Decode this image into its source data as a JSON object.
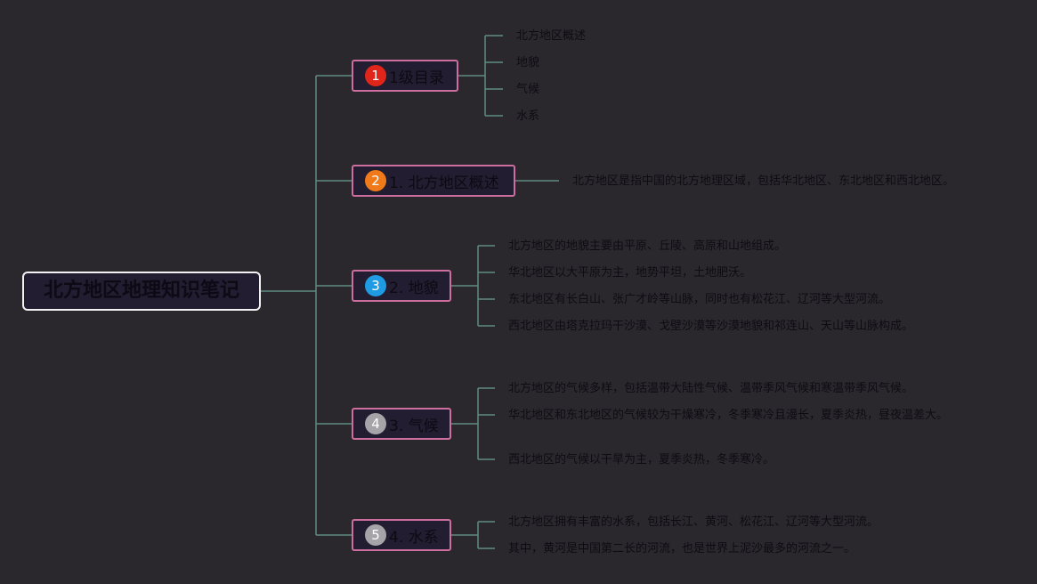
{
  "root": {
    "label": "北方地区地理知识笔记"
  },
  "topics": [
    {
      "number": "1",
      "badge_color": "#e0261b",
      "label": "1级目录",
      "leaves": [
        "北方地区概述",
        "地貌",
        "气候",
        "水系"
      ]
    },
    {
      "number": "2",
      "badge_color": "#f07a1a",
      "label": "1. 北方地区概述",
      "leaves": [
        "北方地区是指中国的北方地理区域，包括华北地区、东北地区和西北地区。"
      ]
    },
    {
      "number": "3",
      "badge_color": "#1e9be3",
      "label": "2. 地貌",
      "leaves": [
        "北方地区的地貌主要由平原、丘陵、高原和山地组成。",
        "华北地区以大平原为主，地势平坦，土地肥沃。",
        "东北地区有长白山、张广才岭等山脉，同时也有松花江、辽河等大型河流。",
        "西北地区由塔克拉玛干沙漠、戈壁沙漠等沙漠地貌和祁连山、天山等山脉构成。"
      ]
    },
    {
      "number": "4",
      "badge_color": "#a6a4a8",
      "label": "3. 气候",
      "leaves": [
        "北方地区的气候多样，包括温带大陆性气候、温带季风气候和寒温带季风气候。",
        "华北地区和东北地区的气候较为干燥寒冷，冬季寒冷且漫长，夏季炎热，昼夜温差大。",
        "西北地区的气候以干旱为主，夏季炎热，冬季寒冷。"
      ]
    },
    {
      "number": "5",
      "badge_color": "#a6a4a8",
      "label": "4. 水系",
      "leaves": [
        "北方地区拥有丰富的水系，包括长江、黄河、松花江、辽河等大型河流。",
        "其中，黄河是中国第二长的河流，也是世界上泥沙最多的河流之一。"
      ]
    }
  ],
  "colors": {
    "background": "#2b282d",
    "connector": "#5f8a82",
    "node_border": "#cc6f9f",
    "root_border": "#f2f2f2"
  }
}
